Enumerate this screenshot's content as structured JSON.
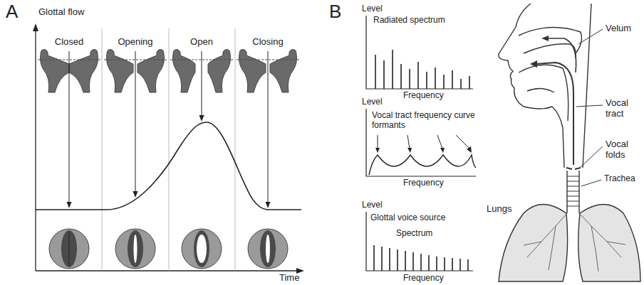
{
  "diagram": {
    "labels": [
      "A",
      "Glottal flow",
      "Closed",
      "Opening",
      "Open",
      "Closing",
      "Time",
      "B",
      "Level",
      "Radiated spectrum",
      "Frequency",
      "Level",
      "Vocal tract frequency curve formants",
      "Frequency",
      "Level",
      "Glottal voice source",
      "Spectrum",
      "Frequency",
      "Velum",
      "Vocal tract",
      "Vocal folds",
      "Trachea",
      "Lungs"
    ]
  }
}
